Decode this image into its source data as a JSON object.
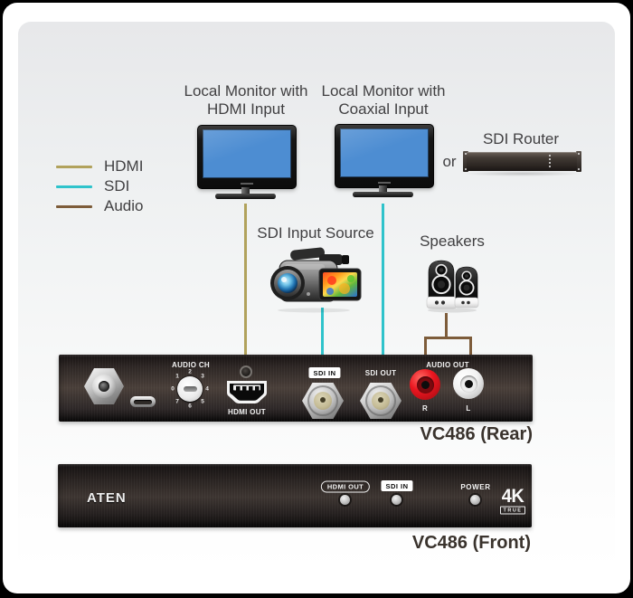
{
  "titles": {
    "rear": "VC486 (Rear)",
    "front": "VC486 (Front)"
  },
  "legend": {
    "items": [
      {
        "label": "HDMI",
        "color": "#b1a25c"
      },
      {
        "label": "SDI",
        "color": "#2fc3cb"
      },
      {
        "label": "Audio",
        "color": "#7d5c3a"
      }
    ]
  },
  "devices": {
    "monitor_hdmi": {
      "label_line1": "Local Monitor with",
      "label_line2": "HDMI Input"
    },
    "monitor_coax": {
      "label_line1": "Local Monitor with",
      "label_line2": "Coaxial Input"
    },
    "or_text": "or",
    "sdi_router": {
      "label": "SDI Router"
    },
    "camera": {
      "label": "SDI Input Source"
    },
    "speakers": {
      "label": "Speakers"
    }
  },
  "rear_panel": {
    "audio_ch": {
      "label": "AUDIO CH",
      "dial_numbers": [
        "0",
        "1",
        "2",
        "3",
        "4",
        "5",
        "6",
        "7"
      ]
    },
    "hdmi_out_label": "HDMI OUT",
    "sdi_in_label": "SDI IN",
    "sdi_out_label": "SDI OUT",
    "audio_out": {
      "label": "AUDIO OUT",
      "right_label": "R",
      "left_label": "L"
    }
  },
  "front_panel": {
    "brand": "ATEN",
    "hdmi_out_label": "HDMI OUT",
    "sdi_in_label": "SDI IN",
    "power_label": "POWER",
    "badge": {
      "resolution": "4K",
      "tag": "TRUE"
    }
  },
  "colors": {
    "hdmi_line": "#b1a25c",
    "sdi_line": "#2fc3cb",
    "audio_line": "#7d5c3a",
    "monitor_screen": "#4d8dd2",
    "rca_right": "#e0151b",
    "rca_left": "#f3f3f3"
  }
}
